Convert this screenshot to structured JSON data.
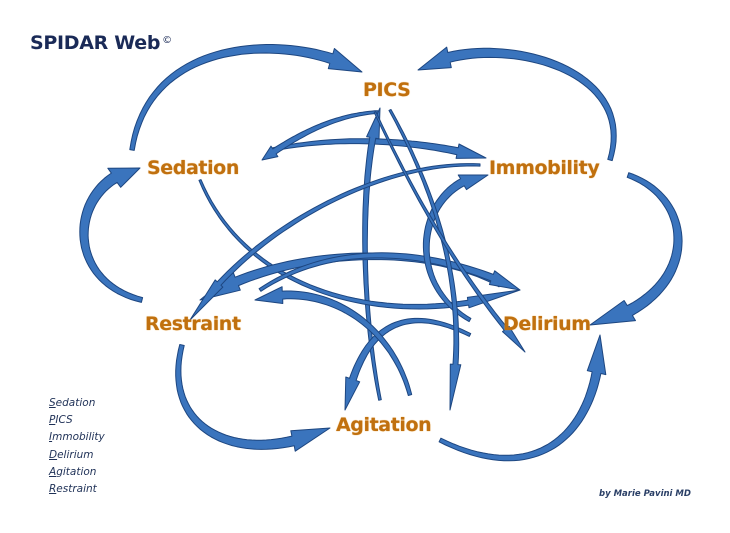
{
  "title": {
    "text": "SPIDAR Web",
    "mark": "©"
  },
  "colors": {
    "arrow_fill": "#3a74bd",
    "arrow_stroke": "#1d4680",
    "node_text": "#c0700f",
    "title_text": "#1a2a57"
  },
  "nodes": [
    {
      "id": "pics",
      "label": "PICS"
    },
    {
      "id": "sedation",
      "label": "Sedation"
    },
    {
      "id": "immobility",
      "label": "Immobility"
    },
    {
      "id": "restraint",
      "label": "Restraint"
    },
    {
      "id": "delirium",
      "label": "Delirium"
    },
    {
      "id": "agitation",
      "label": "Agitation"
    }
  ],
  "edges": [
    {
      "from": "sedation",
      "to": "pics"
    },
    {
      "from": "immobility",
      "to": "pics"
    },
    {
      "from": "restraint",
      "to": "sedation"
    },
    {
      "from": "immobility",
      "to": "delirium"
    },
    {
      "from": "restraint",
      "to": "agitation"
    },
    {
      "from": "agitation",
      "to": "delirium"
    },
    {
      "from": "sedation",
      "to": "immobility"
    },
    {
      "from": "immobility",
      "to": "sedation"
    },
    {
      "from": "agitation",
      "to": "pics"
    },
    {
      "from": "sedation",
      "to": "delirium"
    },
    {
      "from": "delirium",
      "to": "restraint"
    },
    {
      "from": "restraint",
      "to": "delirium"
    },
    {
      "from": "delirium",
      "to": "immobility"
    },
    {
      "from": "delirium",
      "to": "agitation"
    },
    {
      "from": "pics",
      "to": "agitation"
    },
    {
      "from": "immobility",
      "to": "restraint"
    },
    {
      "from": "pics",
      "to": "delirium"
    },
    {
      "from": "agitation",
      "to": "restraint"
    }
  ],
  "legend": [
    {
      "first": "S",
      "rest": "edation"
    },
    {
      "first": "P",
      "rest": "ICS"
    },
    {
      "first": "I",
      "rest": "mmobility"
    },
    {
      "first": "D",
      "rest": "elirium"
    },
    {
      "first": "A",
      "rest": "gitation"
    },
    {
      "first": "R",
      "rest": "estraint"
    }
  ],
  "credit": "by Marie Pavini MD"
}
